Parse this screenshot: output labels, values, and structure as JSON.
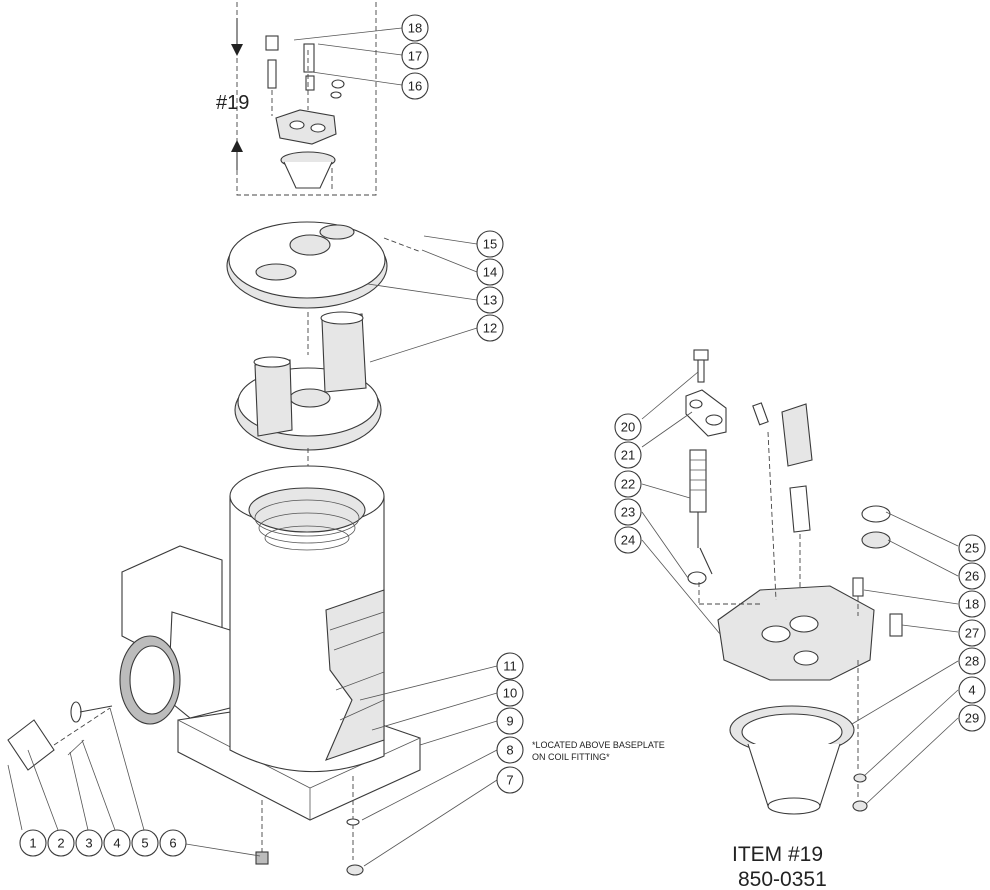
{
  "inset": {
    "label": "#19"
  },
  "note": {
    "line1": "*LOCATED ABOVE BASEPLATE",
    "line2": "ON COIL FITTING*"
  },
  "item_title": {
    "line1": "ITEM  #19",
    "line2": "850-0351"
  },
  "callouts": {
    "main": [
      "1",
      "2",
      "3",
      "4",
      "5",
      "6",
      "7",
      "8",
      "9",
      "10",
      "11",
      "12",
      "13",
      "14",
      "15"
    ],
    "inset": [
      "16",
      "17",
      "18"
    ],
    "item19": [
      "18",
      "20",
      "21",
      "22",
      "23",
      "24",
      "25",
      "26",
      "27",
      "28",
      "4",
      "29"
    ]
  },
  "colors": {
    "line": "#3a3a3a",
    "shade": "#e6e6e6",
    "dark": "#bcbcbc"
  }
}
